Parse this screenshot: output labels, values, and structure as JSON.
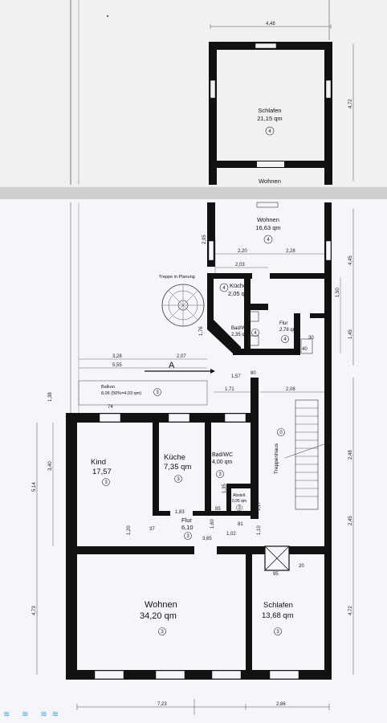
{
  "top_sheet": {
    "rooms": [
      {
        "id": "schlafen-top",
        "name": "Schlafen",
        "area": "21,15 qm",
        "marker": "4"
      },
      {
        "id": "wohnen-top-partial",
        "name": "Wohnen"
      }
    ],
    "dimensions": {
      "width_top": "4,48",
      "height_right": "4,72"
    }
  },
  "bottom_sheet": {
    "rooms": [
      {
        "id": "wohnen-upper",
        "name": "Wohnen",
        "area": "16,63 qm",
        "marker": "4"
      },
      {
        "id": "kueche-upper",
        "name": "Küche",
        "area": "2,05 qm",
        "marker": "4"
      },
      {
        "id": "badwc-upper",
        "name": "Bad/WC",
        "area": "2,35 qm",
        "marker": "4"
      },
      {
        "id": "flur-upper",
        "name": "Flur",
        "area": "2,78 qm",
        "marker": "4"
      },
      {
        "id": "balkon",
        "name": "Balkon",
        "area": "8,06 (50%=4,03 qm)",
        "marker": "3"
      },
      {
        "id": "kind",
        "name": "Kind",
        "area": "17,57",
        "marker": "3"
      },
      {
        "id": "kueche-lower",
        "name": "Küche",
        "area": "7,35 qm",
        "marker": "3"
      },
      {
        "id": "badwc-lower",
        "name": "Bad/WC",
        "area": "4,00 qm",
        "marker": "3"
      },
      {
        "id": "abstell",
        "name": "Abstell.",
        "area": "0,95 qm",
        "marker": "3"
      },
      {
        "id": "flur-lower",
        "name": "Flur",
        "area": "6,10",
        "marker": "3"
      },
      {
        "id": "wohnen-lower",
        "name": "Wohnen",
        "area": "34,20 qm",
        "marker": "3"
      },
      {
        "id": "schlafen-lower",
        "name": "Schlafen",
        "area": "13,68 qm",
        "marker": "3"
      },
      {
        "id": "treppenhaus",
        "name": "Treppenhaus",
        "marker": "0"
      }
    ],
    "notes": {
      "stair_planning": "Treppe in Planung",
      "section_marker": "A"
    },
    "dimensions": {
      "d_2_95": "2,95",
      "d_2_20": "2,20",
      "d_2_28": "2,28",
      "d_2_03": "2,03",
      "d_4_45": "4,45",
      "d_1_50": "1,50",
      "d_1_45": "1,45",
      "d_1_76": "1,76",
      "d_3_28": "3,28",
      "d_2_07": "2,07",
      "d_5_55": "5,55",
      "d_1_57": "1,57",
      "d_80": "80",
      "d_1_71": "1,71",
      "d_2_08": "2,08",
      "d_30": "30",
      "d_40": "40",
      "d_1_38": "1,38",
      "d_74": "74",
      "d_3_40": "3,40",
      "d_5_14": "5,14",
      "d_2_48": "2,48",
      "d_2_45": "2,45",
      "d_1_35": "1,35",
      "d_1_17": "1,17",
      "d_1_83": "1,83",
      "d_85": "85",
      "d_81": "81",
      "d_1_60": "1,60",
      "d_1_20": "1,20",
      "d_37": "37",
      "d_3_65": "3,65",
      "d_1_02": "1,02",
      "d_1_10": "1,10",
      "d_95": "95",
      "d_20": "20",
      "d_4_73": "4,73",
      "d_4_72": "4,72",
      "d_7_23": "7,23",
      "d_2_86": "2,86"
    }
  },
  "corner_marks": "≋ ≋ ≋≋",
  "colors": {
    "wall": "#111111",
    "line": "#333333",
    "paper_top": "#f1f1f3",
    "paper_bottom": "#f6f6fa",
    "accent_corner": "#3a9fd8"
  }
}
